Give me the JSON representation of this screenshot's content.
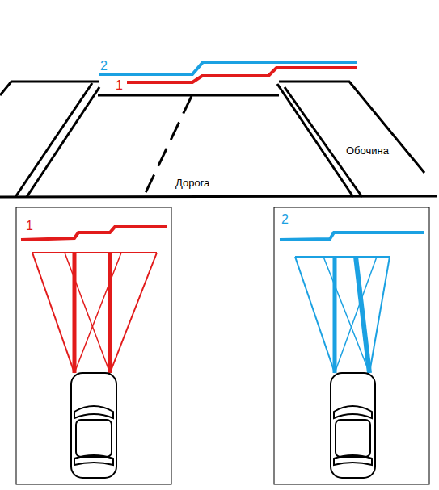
{
  "diagram": {
    "labels": [
      "2",
      "1",
      "Обочина",
      "Дорога",
      "1",
      "2"
    ]
  }
}
